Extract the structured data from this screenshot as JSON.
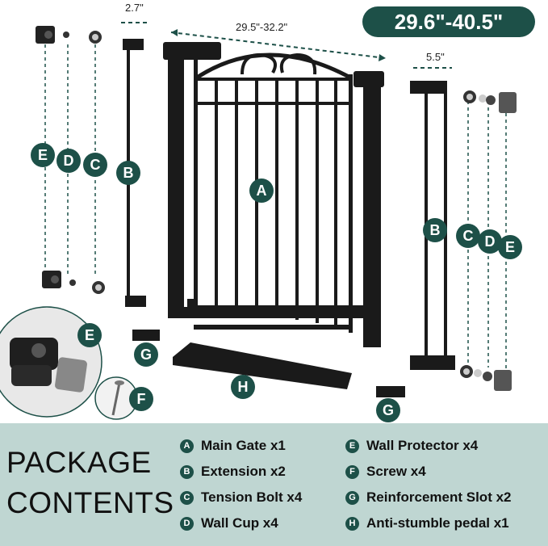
{
  "size_badge": "29.6\"-40.5\"",
  "dimensions": {
    "gate_width": "29.5\"-32.2\"",
    "small_extension": "2.7\"",
    "large_extension": "5.5\""
  },
  "part_labels": {
    "a": "A",
    "b": "B",
    "c": "C",
    "d": "D",
    "e": "E",
    "f": "F",
    "g": "G",
    "h": "H"
  },
  "package": {
    "title_line1": "PACKAGE",
    "title_line2": "CONTENTS",
    "items": [
      {
        "letter": "A",
        "text": "Main Gate x1"
      },
      {
        "letter": "B",
        "text": "Extension x2"
      },
      {
        "letter": "C",
        "text": "Tension Bolt x4"
      },
      {
        "letter": "D",
        "text": "Wall Cup x4"
      },
      {
        "letter": "E",
        "text": "Wall Protector x4"
      },
      {
        "letter": "F",
        "text": "Screw x4"
      },
      {
        "letter": "G",
        "text": "Reinforcement Slot x2"
      },
      {
        "letter": "H",
        "text": "Anti-stumble pedal x1"
      }
    ]
  },
  "colors": {
    "accent": "#1d5048",
    "panel": "#bfd6d2",
    "gate": "#1a1a1a"
  }
}
